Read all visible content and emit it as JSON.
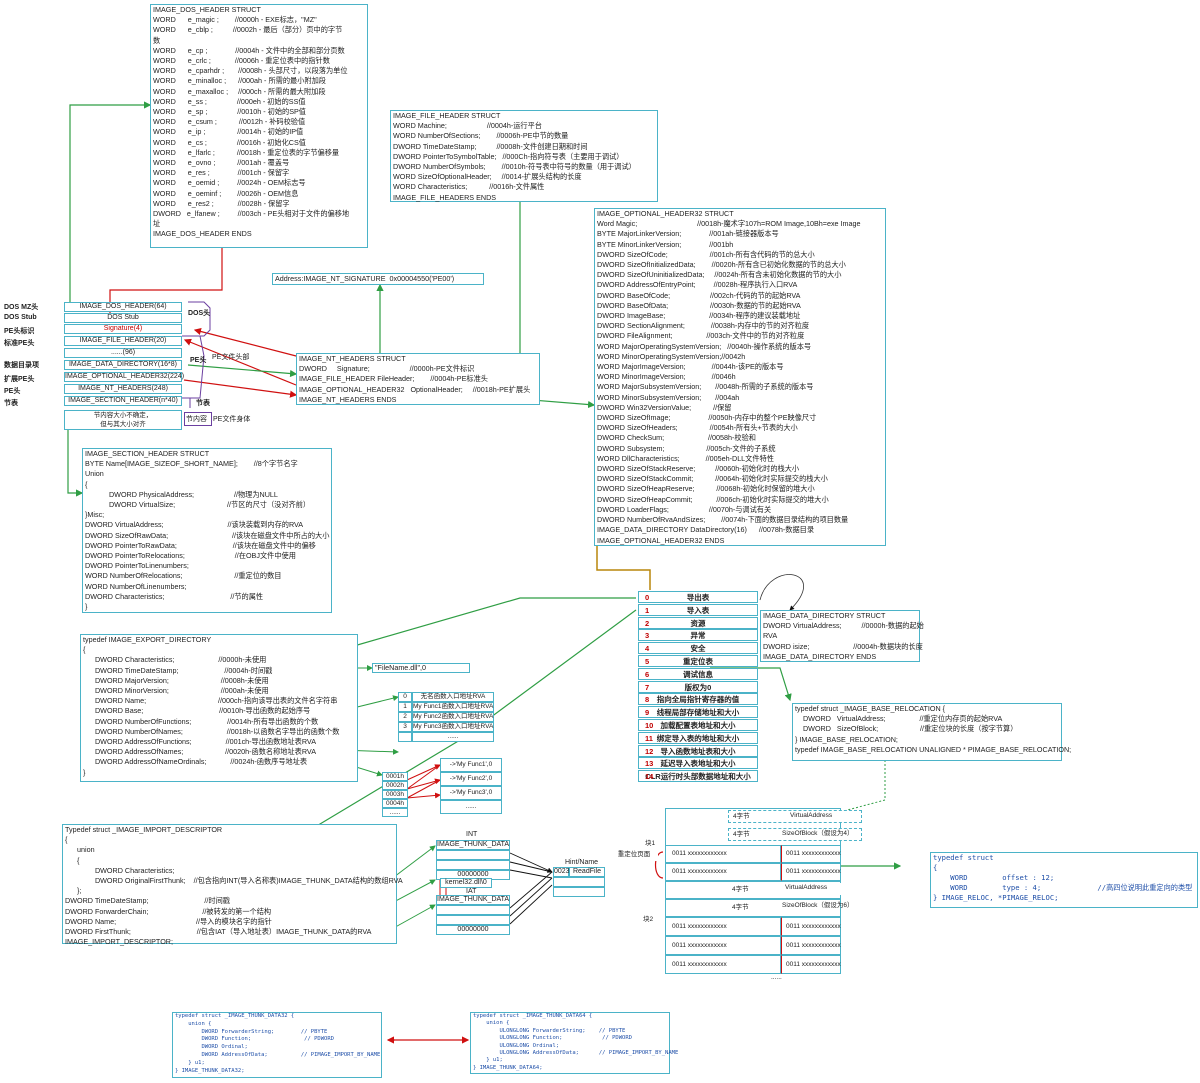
{
  "dos_header": {
    "title": "IMAGE_DOS_HEADER STRUCT",
    "lines": [
      "WORD      e_magic ;        //0000h - EXE标志，\"MZ\"",
      "WORD      e_cblp ;          //0002h - 最后（部分）页中的字节",
      "数",
      "WORD      e_cp ;              //0004h - 文件中的全部和部分页数",
      "WORD      e_crlc ;            //0006h - 重定位表中的指针数",
      "WORD      e_cparhdr ;       //0008h - 头部尺寸，以段落为单位",
      "WORD      e_minalloc ;      //000ah - 所需的最小附加段",
      "WORD      e_maxalloc ;     //000ch - 所需的最大附加段",
      "WORD      e_ss ;               //000eh - 初始的SS值",
      "WORD      e_sp ;               //0010h - 初始的SP值",
      "WORD      e_csum ;           //0012h - 补码校验值",
      "WORD      e_ip ;                //0014h - 初始的IP值",
      "WORD      e_cs ;               //0016h - 初始化CS值",
      "WORD      e_lfarlc ;           //0018h - 重定位表的字节偏移量",
      "WORD      e_ovno ;           //001ah - 覆盖号",
      "WORD      e_res ;              //001ch - 保留字",
      "WORD      e_oemid ;         //0024h - OEM标志号",
      "WORD      e_oeminf ;        //0026h - OEM信息",
      "WORD      e_res2 ;            //0028h - 保留字",
      "DWORD   e_lfanew ;         //003ch - PE头相对于文件的偏移地",
      "址"
    ],
    "end": "IMAGE_DOS_HEADER ENDS"
  },
  "file_header": {
    "title": "IMAGE_FILE_HEADER STRUCT",
    "lines": [
      "WORD Machine;                    //0004h-运行平台",
      "WORD NumberOfSections;        //0006h-PE中节的数量",
      "DWORD TimeDateStamp;          //0008h-文件创建日期和时间",
      "DWORD PointerToSymbolTable;   //000Ch-指向符号表（主要用于调试）",
      "DWORD NumberOfSymbols;        //0010h-符号表中符号的数量（用于调试）",
      "WORD SizeOfOptionalHeader;     //0014-扩展头结构的长度",
      "WORD Characteristics;           //0016h-文件属性"
    ],
    "end": "IMAGE_FILE_HEADERS ENDS"
  },
  "optional_header": {
    "title": "IMAGE_OPTIONAL_HEADER32 STRUCT",
    "lines": [
      "Word Magic;                              //0018h-魔术字107h=ROM Image,10Bh=exe Image",
      "BYTE MajorLinkerVersion;              //001ah-链接器版本号",
      "BYTE MinorLinkerVersion;              //001bh",
      "DWORD SizeOfCode;                     //001ch-所有含代码的节的总大小",
      "DWORD SizeOfInitializedData;        //0020h-所有含已初始化数据的节的总大小",
      "DWORD SizeOfUninitializedData;     //0024h-所有含未初始化数据的节的大小",
      "DWORD AddressOfEntryPoint;         //0028h-程序执行入口RVA",
      "DWORD BaseOfCode;                    //002ch-代码的节的起始RVA",
      "DWORD BaseOfData;                     //0030h-数据的节的起始RVA",
      "DWORD ImageBase;                      //0034h-程序的建议装载地址",
      "DWORD SectionAlignment;             //0038h-内存中的节的对齐粒度",
      "DWORD FileAlignment;                 //003ch-文件中的节的对齐粒度",
      "WORD MajorOperatingSystemVersion;   //0040h-操作系统的版本号",
      "WORD MinorOperatingSystemVersion;//0042h",
      "WORD MajorImageVersion;             //0044h-该PE的版本号",
      "WORD MinorImageVersion;             //0046h",
      "WORD MajorSubsystemVersion;       //0048h-所需的子系统的版本号",
      "WORD MinorSubsystemVersion;       //004ah",
      "DWORD Win32VersionValue;           //保留",
      "DWORD SizeOfImage;                   //0050h-内存中的整个PE映像尺寸",
      "DWORD SizeOfHeaders;                //0054h-所有头+节表的大小",
      "DWORD CheckSum;                      //0058h-校验和",
      "DWORD Subsystem;                     //005ch-文件的子系统",
      "WORD DllCharacteristics;             //005eh-DLL文件特性",
      "DWORD SizeOfStackReserve;          //0060h-初始化时的栈大小",
      "DWORD SizeOfStackCommit;           //0064h-初始化时实际提交的栈大小",
      "DWORD SizeOfHeapReserve;           //0068h-初始化时保留的堆大小",
      "DWORD SizeOfHeapCommit;            //006ch-初始化时实际提交的堆大小",
      "DWORD LoaderFlags;                    //0070h-与调试有关",
      "DWORD NumberOfRvaAndSizes;        //0074h-下面的数据目录结构的项目数量",
      "IMAGE_DATA_DIRECTORY DataDirectory(16)      //0078h-数据目录"
    ],
    "end": "IMAGE_OPTIONAL_HEADER32 ENDS"
  },
  "nt_signature": "Address:IMAGE_NT_SIGNATURE  0x00004550('PE00')",
  "nt_headers": {
    "title": "IMAGE_NT_HEADERS STRUCT",
    "lines": [
      "DWORD     Signature;                    //0000h-PE文件标识",
      "IMAGE_FILE_HEADER FileHeader;        //0004h-PE标准头",
      "IMAGE_OPTIONAL_HEADER32   OptionalHeader;     //0018h-PE扩展头"
    ],
    "end": "IMAGE_NT_HEADERS ENDS"
  },
  "layout_left": {
    "labels": [
      "DOS MZ头",
      "DOS Stub",
      "PE头标识",
      "标准PE头",
      "数据目录项",
      "扩展PE头",
      "PE头",
      "节表"
    ],
    "cells": [
      "IMAGE_DOS_HEADER(64)",
      "DOS Stub",
      "Signature(4)",
      "IMAGE_FILE_HEADER(20)",
      "......(96)",
      "IMAGE_DATA_DIRECTORY(16*8)",
      "IMAGE_OPTIONAL_HEADER32(224)",
      "IMAGE_NT_HEADERS(248)",
      "IMAGE_SECTION_HEADER(n*40)"
    ],
    "section_note_1": "节内容大小不确定，",
    "section_note_2": "但与其大小对齐",
    "brace_dos": "DOS头",
    "brace_pe": "PE头",
    "brace_pe_header": "PE文件头部",
    "brace_section_table": "节表",
    "brace_section_content": "节内容",
    "brace_pe_body": "PE文件身体"
  },
  "section_header": {
    "title": "IMAGE_SECTION_HEADER STRUCT",
    "lines": [
      "BYTE Name[IMAGE_SIZEOF_SHORT_NAME];        //8个字节名字",
      "Union",
      "{",
      "            DWORD PhysicalAddress;                    //物理为NULL",
      "            DWORD VirtualSize;                          //节区的尺寸（没对齐前）",
      "}Misc;",
      "DWORD VirtualAddress;                                //该块装载到内存的RVA",
      "DWORD SizeOfRawData;                                //该块在磁盘文件中所占的大小",
      "DWORD PointerToRawData;                            //该块在磁盘文件中的偏移",
      "DWORD PointerToRelocations;                         //在OBJ文件中使用",
      "DWORD PointerToLinenumbers;",
      "WORD NumberOfRelocations;                          //重定位的数目",
      "WORD NumberOfLinenumbers;",
      "DWORD Characteristics;                                 //节的属性",
      "}"
    ]
  },
  "data_directory": {
    "entries": [
      {
        "n": "0",
        "t": "导出表"
      },
      {
        "n": "1",
        "t": "导入表"
      },
      {
        "n": "2",
        "t": "资源"
      },
      {
        "n": "3",
        "t": "异常"
      },
      {
        "n": "4",
        "t": "安全"
      },
      {
        "n": "5",
        "t": "重定位表"
      },
      {
        "n": "6",
        "t": "调试信息"
      },
      {
        "n": "7",
        "t": "版权为0"
      },
      {
        "n": "8",
        "t": "指向全局指针寄存器的值"
      },
      {
        "n": "9",
        "t": "线程局部存储地址和大小"
      },
      {
        "n": "10",
        "t": "加载配置表地址和大小"
      },
      {
        "n": "11",
        "t": "绑定导入表的地址和大小"
      },
      {
        "n": "12",
        "t": "导入函数地址表和大小"
      },
      {
        "n": "13",
        "t": "延迟导入表地址和大小"
      },
      {
        "n": "14",
        "t": "CLR运行时头部数据地址和大小"
      }
    ]
  },
  "data_dir_struct": {
    "lines": [
      "IMAGE_DATA_DIRECTORY STRUCT",
      "DWORD VirtualAddress;          //0000h-数据的起始",
      "RVA",
      "DWORD isize;                      //0004h-数据块的长度",
      "IMAGE_DATA_DIRECTORY ENDS"
    ]
  },
  "export_dir": {
    "lines": [
      "typedef IMAGE_EXPORT_DIRECTORY",
      "{",
      "      DWORD Characteristics;                      //0000h-未使用",
      "      DWORD TimeDateStamp;                       //0004h-时间戳",
      "      DWORD MajorVersion;                          //0008h-未使用",
      "      DWORD MinorVersion;                          //000ah-未使用",
      "      DWORD Name;                                    //000ch-指向该导出表的文件名字符串",
      "      DWORD Base;                                      //0010h-导出函数的起始序号",
      "      DWORD NumberOfFunctions;                  //0014h-所有导出函数的个数",
      "      DWORD NumberOfNames;                      //0018h-以函数名字导出的函数个数",
      "      DWORD AddressOfFunctions;                 //001ch-导出函数地址表RVA",
      "      DWORD AddressOfNames;                     //0020h-函数名称地址表RVA",
      "      DWORD AddressOfNameOrdinals;            //0024h-函数序号地址表",
      "}"
    ],
    "filename": "\"FileName.dll\",0",
    "eat": [
      {
        "i": "0",
        "t": "无名函数入口地址RVA"
      },
      {
        "i": "1",
        "t": "My Func1函数入口地址RVA"
      },
      {
        "i": "2",
        "t": "My Func2函数入口地址RVA"
      },
      {
        "i": "3",
        "t": "My Func3函数入口地址RVA"
      },
      {
        "i": "",
        "t": "......"
      }
    ],
    "name_ptrs": [
      "0001h",
      "0002h",
      "0003h",
      "0004h",
      "......"
    ],
    "names": [
      "->'My Func1',0",
      "->'My Func2',0",
      "->'My Func3',0",
      "......"
    ]
  },
  "base_reloc_struct": {
    "lines": [
      "typedef struct _IMAGE_BASE_RELOCATION {",
      "    DWORD   VirtualAddress;                 //重定位内存页的起始RVA",
      "    DWORD   SizeOfBlock;                     //重定位块的长度（按字节算）",
      "} IMAGE_BASE_RELOCATION;",
      "typedef IMAGE_BASE_RELOCATION UNALIGNED * PIMAGE_BASE_RELOCATION;"
    ]
  },
  "reloc_blocks": {
    "side_1": "块1",
    "side_note": "重定位页面",
    "side_2": "块2",
    "b1_head1_l": "4字节",
    "b1_head1_r": "VirtualAddress",
    "b1_head2_l": "4字节",
    "b1_head2_r": "SizeOfBlock（假设为4）",
    "b1_rows": [
      [
        "0011  xxxxxxxxxxxx",
        "0011  xxxxxxxxxxxx"
      ],
      [
        "0011  xxxxxxxxxxxx",
        "0011  xxxxxxxxxxxx"
      ]
    ],
    "b2_head1_l": "4字节",
    "b2_head1_r": "VirtualAddress",
    "b2_head2_l": "4字节",
    "b2_head2_r": "SizeOfBlock（假设为6）",
    "b2_rows": [
      [
        "0011  xxxxxxxxxxxx",
        "0011  xxxxxxxxxxxx"
      ],
      [
        "0011  xxxxxxxxxxxx",
        "0011  xxxxxxxxxxxx"
      ],
      [
        "0011  xxxxxxxxxxxx",
        "0011  xxxxxxxxxxxx"
      ]
    ],
    "more": "......"
  },
  "reloc_struct": {
    "lines": [
      "typedef struct",
      "{",
      "    WORD        offset : 12;",
      "    WORD        type : 4;             //高四位说明此重定向的类型",
      "} IMAGE_RELOC, *PIMAGE_RELOC;"
    ]
  },
  "import_desc": {
    "lines": [
      "Typedef struct _IMAGE_IMPORT_DESCRIPTOR",
      "{",
      "      union",
      "      {",
      "               DWORD Characteristics;",
      "               DWORD OriginalFirstThunk;    //包含指向INT(导入名称表)IMAGE_THUNK_DATA结构的数组RVA",
      "      };",
      "DWORD TimeDateStamp;                            //时间戳",
      "DWORD ForwarderChain;                           //被转发的第一个结构",
      "DWORD Name;                                        //导入的模块名字的指针",
      "DWORD FirstThunk;                                 //包含IAT（导入地址表）IMAGE_THUNK_DATA的RVA",
      "IMAGE_IMPORT_DESCRIPTOR;"
    ],
    "int_title": "INT",
    "int_head": "IMAGE_THUNK_DATA",
    "iat_title": "IAT",
    "iat_head": "IMAGE_THUNK_DATA",
    "zeros": "00000000",
    "dll_name": "kernel32.dll\\0",
    "hint_title": "Hint/Name",
    "hint_value": "0023",
    "hint_name": "ReadFile"
  },
  "thunk32": {
    "lines": [
      "typedef struct _IMAGE_THUNK_DATA32 {",
      "    union {",
      "        DWORD ForwarderString;        // PBYTE",
      "        DWORD Function;                // PDWORD",
      "        DWORD Ordinal;",
      "        DWORD AddressOfData;          // PIMAGE_IMPORT_BY_NAME",
      "    } u1;",
      "} IMAGE_THUNK_DATA32;"
    ]
  },
  "thunk64": {
    "lines": [
      "typedef struct _IMAGE_THUNK_DATA64 {",
      "    union {",
      "        ULONGLONG ForwarderString;    // PBYTE",
      "        ULONGLONG Function;            // PDWORD",
      "        ULONGLONG Ordinal;",
      "        ULONGLONG AddressOfData;      // PIMAGE_IMPORT_BY_NAME",
      "    } u1;",
      "} IMAGE_THUNK_DATA64;"
    ]
  }
}
